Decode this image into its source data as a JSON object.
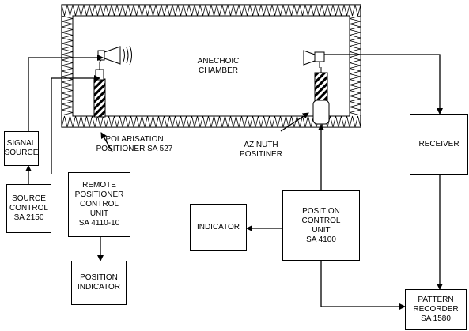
{
  "chamber": {
    "lines": [
      "ANECHOIC",
      "CHAMBER"
    ]
  },
  "blocks": {
    "signal_source": [
      "SIGNAL",
      "SOURCE"
    ],
    "source_control": [
      "SOURCE",
      "CONTROL",
      "SA 2150"
    ],
    "remote_positioner": [
      "REMOTE",
      "POSITIONER",
      "CONTROL",
      "UNIT",
      "SA 4110-10"
    ],
    "position_indicator": [
      "POSITION",
      "INDICATOR"
    ],
    "receiver": [
      "RECEIVER"
    ],
    "indicator": [
      "INDICATOR"
    ],
    "position_control": [
      "POSITION",
      "CONTROL",
      "UNIT",
      "SA 4100"
    ],
    "pattern_recorder": [
      "PATTERN",
      "RECORDER",
      "SA 1580"
    ]
  },
  "labels": {
    "polarisation": [
      "POLARISATION",
      "POSITIONER SA 527"
    ],
    "azimuth": [
      "AZINUTH",
      "POSITINER"
    ]
  },
  "colors": {
    "line": "#000000",
    "background": "#ffffff"
  }
}
